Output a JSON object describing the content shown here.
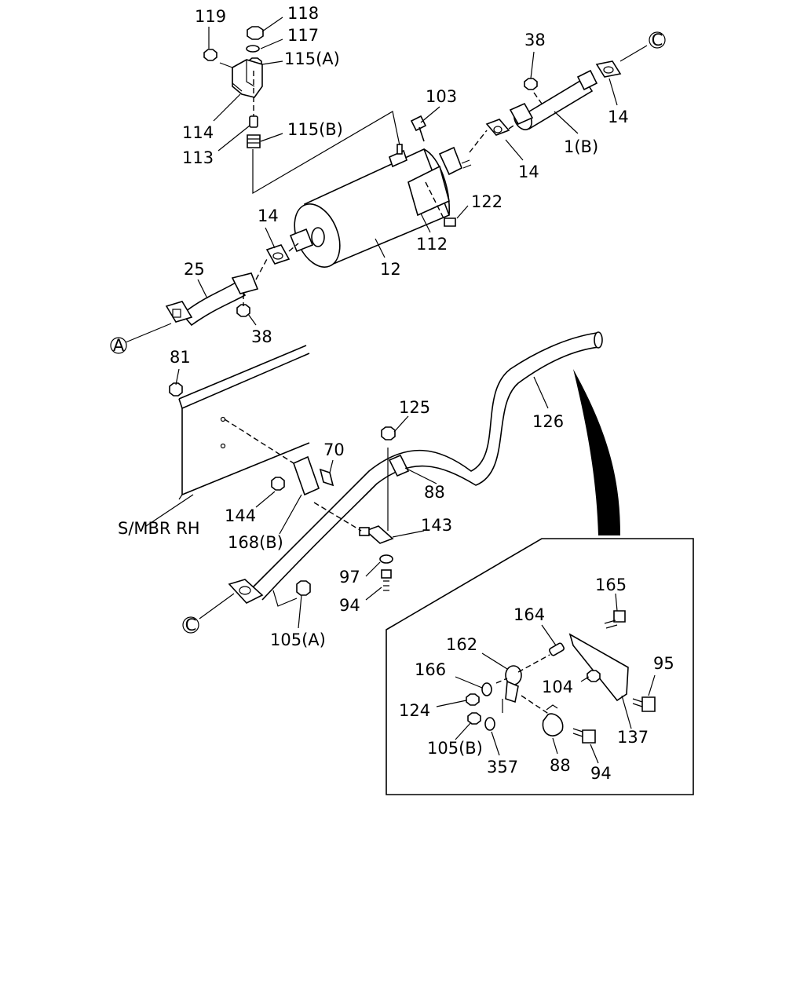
{
  "callouts": {
    "c119": "119",
    "c118": "118",
    "c117": "117",
    "c115a": "115(A)",
    "c114": "114",
    "c113": "113",
    "c115b": "115(B)",
    "c103": "103",
    "c38top": "38",
    "cCtop": "C",
    "c14right": "14",
    "c1b": "1(B)",
    "c14mid": "14",
    "c122": "122",
    "c112": "112",
    "c12": "12",
    "c14left": "14",
    "c25": "25",
    "c38low": "38",
    "cA": "A",
    "c81": "81",
    "c126": "126",
    "c125": "125",
    "c70": "70",
    "c88": "88",
    "c144": "144",
    "c143": "143",
    "c168b": "168(B)",
    "c97": "97",
    "c94": "94",
    "c105a": "105(A)",
    "cCbot": "C"
  },
  "frame_label": "S/MBR RH",
  "inset": {
    "c165": "165",
    "c164": "164",
    "c162": "162",
    "c166": "166",
    "c95": "95",
    "c104": "104",
    "c124": "124",
    "c137": "137",
    "c105b": "105(B)",
    "c357": "357",
    "c88": "88",
    "c94": "94"
  }
}
